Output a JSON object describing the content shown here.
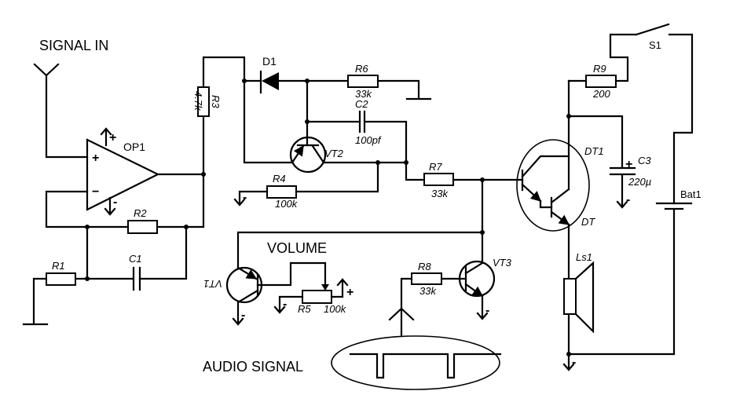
{
  "labels": {
    "signal_in": "SIGNAL IN",
    "volume": "VOLUME",
    "audio_signal": "AUDIO SIGNAL"
  },
  "components": {
    "op1": {
      "name": "OP1",
      "plus": "+",
      "minus": "−",
      "supply_plus": "+",
      "supply_minus": "-"
    },
    "r1": {
      "name": "R1"
    },
    "r2": {
      "name": "R2"
    },
    "r3": {
      "name": "R3",
      "value": "4.7k"
    },
    "r4": {
      "name": "R4",
      "value": "100k"
    },
    "r5": {
      "name": "R5",
      "value": "100k"
    },
    "r6": {
      "name": "R6",
      "value": "33k"
    },
    "r7": {
      "name": "R7",
      "value": "33k"
    },
    "r8": {
      "name": "R8",
      "value": "33k"
    },
    "r9": {
      "name": "R9",
      "value": "200"
    },
    "c1": {
      "name": "C1"
    },
    "c2": {
      "name": "C2",
      "value": "100pf"
    },
    "c3": {
      "name": "C3",
      "value": "220µ",
      "polarity": "+"
    },
    "d1": {
      "name": "D1"
    },
    "vt1": {
      "name": "VT1"
    },
    "vt2": {
      "name": "VT2"
    },
    "vt3": {
      "name": "VT3"
    },
    "dt1": {
      "name": "DT1",
      "sub": "DT"
    },
    "ls1": {
      "name": "Ls1"
    },
    "s1": {
      "name": "S1"
    },
    "bat1": {
      "name": "Bat1"
    }
  },
  "rail_signs": {
    "plus": "+",
    "minus": "-"
  }
}
